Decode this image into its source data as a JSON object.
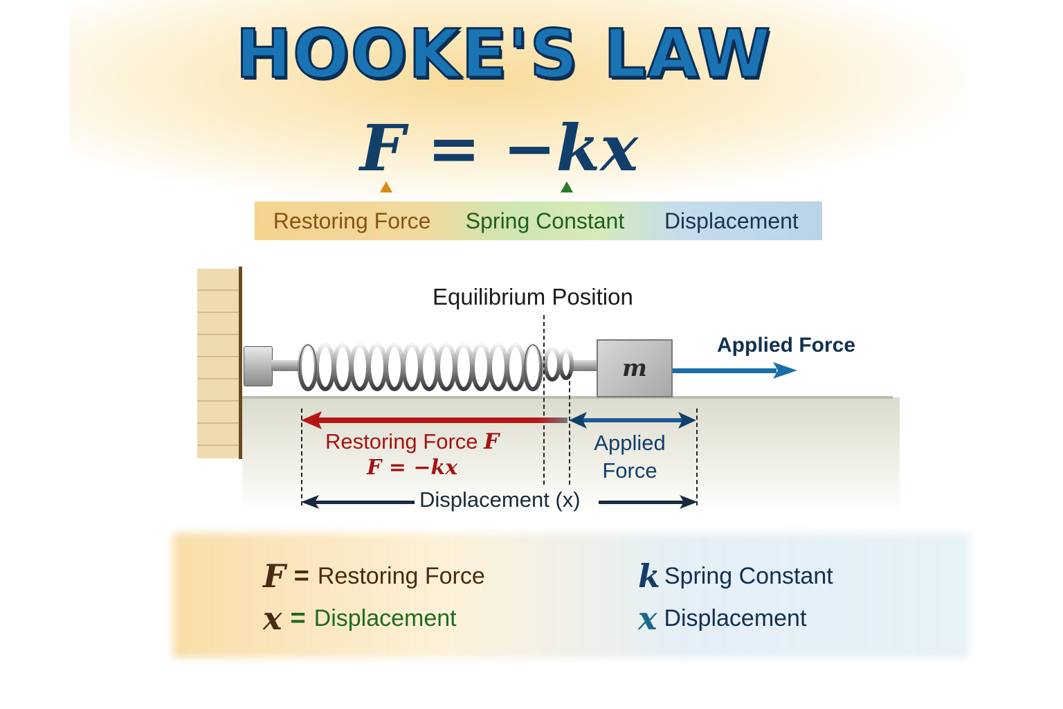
{
  "title": "HOOKE'S LAW",
  "formula": "F = −kx",
  "formula_labels": [
    "Restoring Force",
    "Spring Constant",
    "Displacement"
  ],
  "diagram": {
    "equilibrium_label": "Equilibrium Position",
    "mass_label": "m",
    "applied_force_top": "Applied Force",
    "restoring_force_label": "Restoring Force",
    "restoring_force_symbol": "F",
    "restoring_force_equation": "F = −kx",
    "applied_force_bottom_line1": "Applied",
    "applied_force_bottom_line2": "Force",
    "displacement_label": "Displacement (x)"
  },
  "legend": [
    {
      "symbol": "F",
      "sep": "=",
      "text": "Restoring Force",
      "symbol_color": "#4a2a10",
      "text_color": "#4a2a10"
    },
    {
      "symbol": "x",
      "sep": "=",
      "text": "Displacement",
      "symbol_color": "#4a2a10",
      "text_color": "#1f6a1f"
    },
    {
      "symbol": "k",
      "sep": "",
      "text": "Spring Constant",
      "symbol_color": "#123e6a",
      "text_color": "#12304e"
    },
    {
      "symbol": "x",
      "sep": "",
      "text": "Displacement",
      "symbol_color": "#1b6a8a",
      "text_color": "#12304e"
    }
  ],
  "colors": {
    "title": "#1a74b4",
    "formula": "#123e6a",
    "restoring": "#a31414",
    "applied": "#1a6ea8",
    "displacement": "#1a2a3a"
  }
}
